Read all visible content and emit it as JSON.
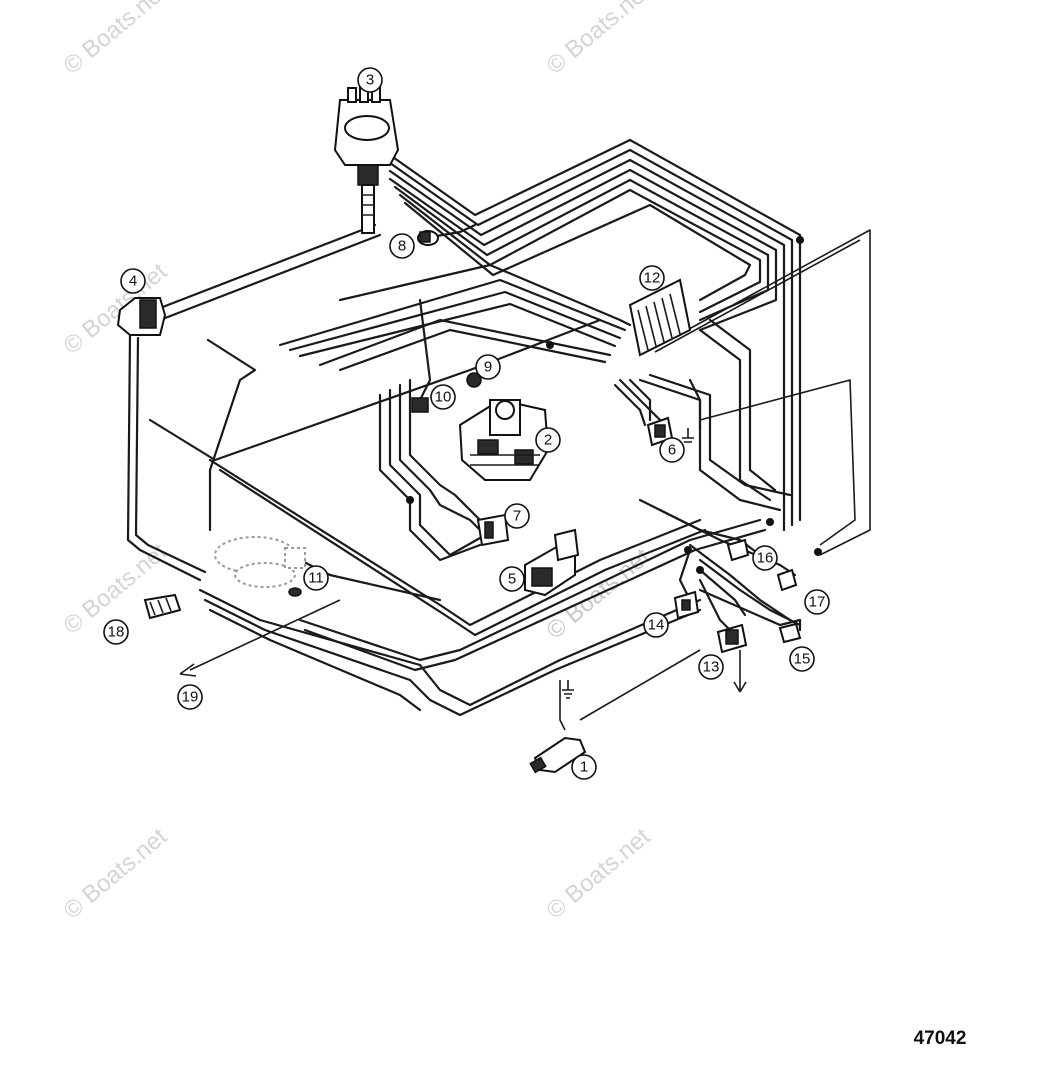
{
  "callouts": [
    "1",
    "2",
    "3",
    "4",
    "5",
    "6",
    "7",
    "8",
    "9",
    "10",
    "11",
    "12",
    "13",
    "14",
    "15",
    "16",
    "17",
    "18",
    "19"
  ],
  "watermark": {
    "text": "© Boats.net"
  },
  "figure_number": "47042",
  "icons": [
    "distributor-icon",
    "carburetor-icon",
    "ignition-coil-icon",
    "sender-icon",
    "connector-icon",
    "circuit-breaker-icon",
    "alternator-icon",
    "starter-icon",
    "ground-icon",
    "arrow-icon"
  ]
}
